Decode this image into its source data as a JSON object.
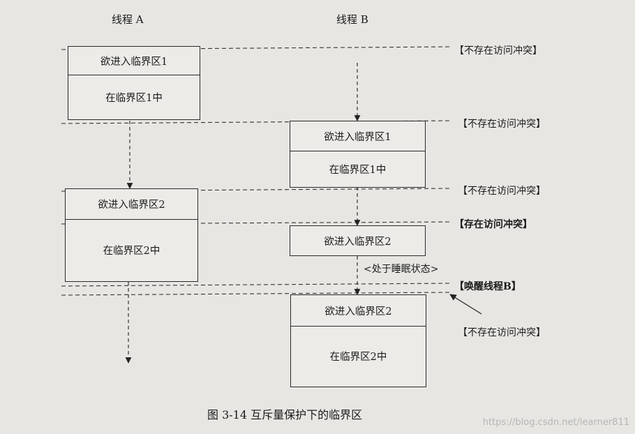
{
  "header": {
    "thread_a": "线程 A",
    "thread_b": "线程 B"
  },
  "thread_a_boxes": [
    {
      "top": "欲进入临界区1",
      "body": "在临界区1中"
    },
    {
      "top": "欲进入临界区2",
      "body": "在临界区2中"
    }
  ],
  "thread_b_boxes": [
    {
      "top": "欲进入临界区1",
      "body": "在临界区1中"
    },
    {
      "single": "欲进入临界区2"
    },
    {
      "top": "欲进入临界区2",
      "body": "在临界区2中"
    }
  ],
  "sleep_label": "<处于睡眠状态>",
  "notes": [
    "【不存在访问冲突】",
    "【不存在访问冲突】",
    "【不存在访问冲突】",
    "【存在访问冲突】",
    "【唤醒线程B】",
    "【不存在访问冲突】"
  ],
  "caption": "图 3-14    互斥量保护下的临界区",
  "watermark": "https://blog.csdn.net/learner811"
}
